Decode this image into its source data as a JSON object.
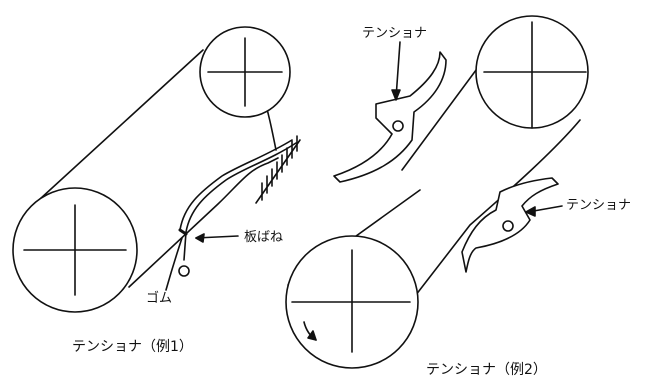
{
  "example1": {
    "spring_label": "板ばね",
    "rubber_label": "ゴム",
    "caption": "テンショナ（例1）"
  },
  "example2": {
    "tensioner_label_top": "テンショナ",
    "tensioner_label_right": "テンショナ",
    "caption": "テンショナ（例2）"
  }
}
